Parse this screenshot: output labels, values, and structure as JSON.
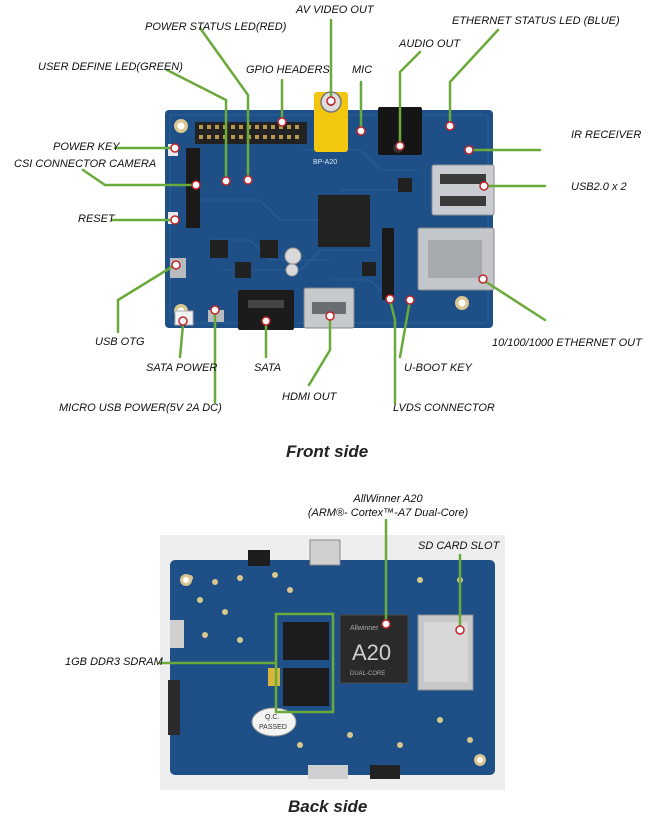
{
  "front": {
    "caption": "Front side",
    "labels": {
      "power_status_led": "POWER STATUS LED(RED)",
      "av_video_out": "AV VIDEO OUT",
      "ethernet_status_led": "ETHERNET STATUS LED (BLUE)",
      "audio_out": "AUDIO OUT",
      "user_define_led": "USER DEFINE LED(GREEN)",
      "gpio_headers": "GPIO HEADERS",
      "mic": "MIC",
      "power_key": "POWER KEY",
      "csi_connector": "CSI CONNECTOR CAMERA",
      "ir_receiver": "IR RECEIVER",
      "usb20": "USB2.0 x 2",
      "reset": "RESET",
      "usb_otg": "USB OTG",
      "ethernet_out": "10/100/1000 ETHERNET OUT",
      "sata_power": "SATA POWER",
      "sata": "SATA",
      "uboot_key": "U-BOOT KEY",
      "hdmi_out": "HDMI OUT",
      "micro_usb_power": "MICRO USB POWER(5V 2A DC)",
      "lvds_connector": "LVDS CONNECTOR"
    },
    "board_marks": {
      "model": "BP-A20"
    }
  },
  "back": {
    "caption": "Back side",
    "labels": {
      "soc_line1": "AllWinner A20",
      "soc_line2": "(ARM®- Cortex™-A7 Dual-Core)",
      "sd_card_slot": "SD CARD SLOT",
      "sdram": "1GB DDR3 SDRAM"
    },
    "board_marks": {
      "chip_brand": "Allwinner",
      "chip_name": "A20",
      "chip_sub": "DUAL-CORE",
      "qc_line1": "Q.C.",
      "qc_line2": "PASSED"
    }
  },
  "colors": {
    "callout_line": "#6aaa3a",
    "pcb": "#1e4f86",
    "pcb_dark": "#163d6a",
    "marker_ring": "#c0282d"
  }
}
